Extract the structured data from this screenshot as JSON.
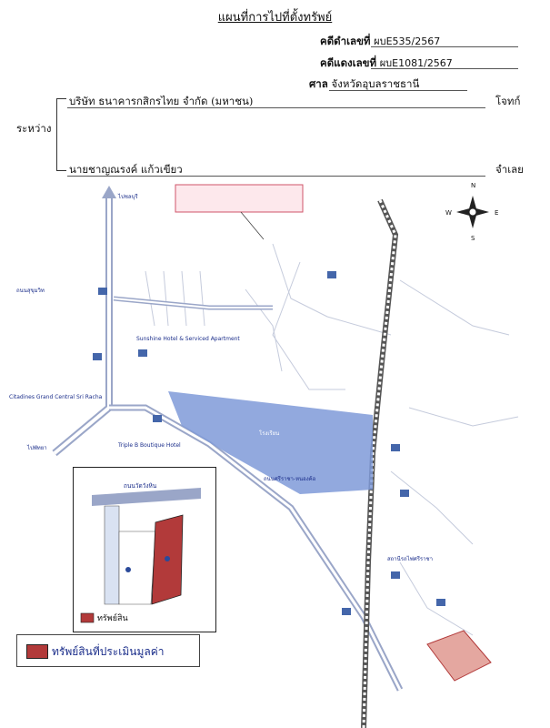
{
  "header": {
    "title": "แผนที่การไปที่ตั้งทรัพย์",
    "case_black_label": "คดีดำเลขที่",
    "case_black_value": "ผบE535/2567",
    "case_red_label": "คดีแดงเลขที่",
    "case_red_value": "ผบE1081/2567",
    "court_label": "ศาล",
    "court_value": "จังหวัดอุบลราชธานี"
  },
  "parties": {
    "between_label": "ระหว่าง",
    "plaintiff_name": "บริษัท ธนาคารกสิกรไทย จำกัด (มหาชน)",
    "plaintiff_role": "โจทก์",
    "defendant_name": "นายชาญณรงค์ แก้วเขียว",
    "defendant_role": "จำเลย"
  },
  "map": {
    "compass": {
      "n": "N",
      "s": "S",
      "e": "E",
      "w": "W"
    },
    "inset_road": "ถนนวัดวังหิน",
    "inset_legend": "ทรัพย์สิน",
    "road_sukhumvit": "ถนนสุขุมวิท",
    "label_railway": "สถานีรถไฟศรีราชา",
    "label_lake": "โรงเรียน",
    "label_to_chonburi": "ไปชลบุรี",
    "label_to_pattaya": "ไปพัทยา",
    "label_route": "ถนนศรีราชา-หนองค้อ",
    "label_citadines": "Citadines Grand Central Sri Racha",
    "label_triple_b": "Triple B Boutique Hotel",
    "label_sunshine": "Sunshine Hotel & Serviced Apartment"
  },
  "legend": {
    "label": "ทรัพย์สินที่ประเมินมูลค่า",
    "swatch_color": "#b23a3a"
  },
  "colors": {
    "lake": "#7f9ad8",
    "property": "#b23a3a",
    "road": "#9aa6c8"
  }
}
